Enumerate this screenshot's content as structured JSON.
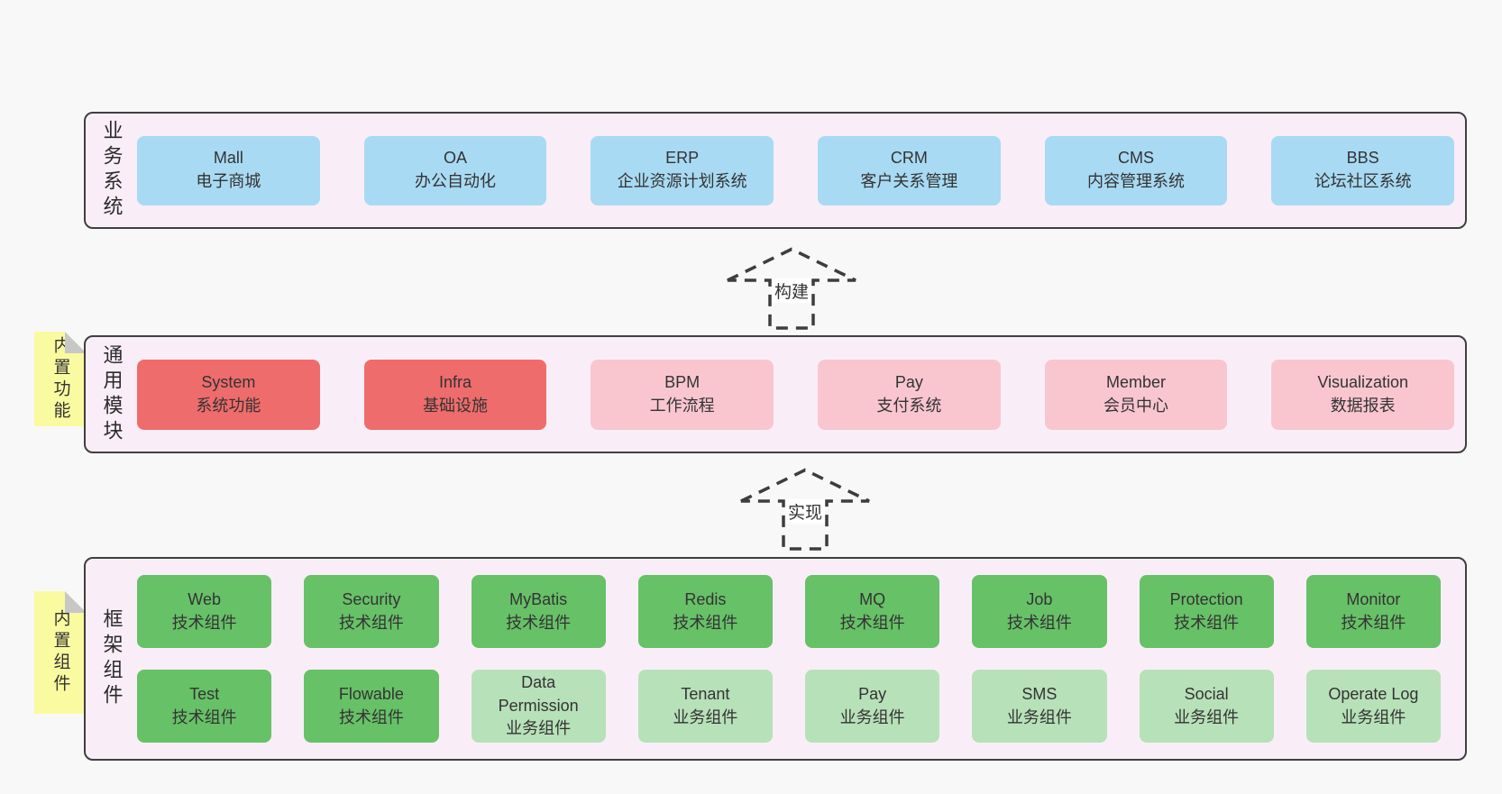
{
  "colors": {
    "background": "#f8f8f8",
    "panel_bg": "#f9eef7",
    "panel_border": "#3f3f3f",
    "blue_box": "#a8daf3",
    "red_box": "#ef6c6c",
    "pink_box": "#f9c6d0",
    "green_box": "#67c167",
    "light_green_box": "#b7e1b8",
    "tag_yellow": "#fafaa0",
    "tag_fold_gray": "#c7c7c7",
    "arrow_stroke": "#3d3d3d",
    "text": "#333333"
  },
  "arrows": [
    {
      "label": "构建"
    },
    {
      "label": "实现"
    }
  ],
  "layers": [
    {
      "label": "业务系统",
      "boxes": [
        {
          "name": "Mall",
          "desc": "电子商城",
          "variant": "blue"
        },
        {
          "name": "OA",
          "desc": "办公自动化",
          "variant": "blue"
        },
        {
          "name": "ERP",
          "desc": "企业资源计划系统",
          "variant": "blue"
        },
        {
          "name": "CRM",
          "desc": "客户关系管理",
          "variant": "blue"
        },
        {
          "name": "CMS",
          "desc": "内容管理系统",
          "variant": "blue"
        },
        {
          "name": "BBS",
          "desc": "论坛社区系统",
          "variant": "blue"
        }
      ]
    },
    {
      "label": "通用模块",
      "tag": "内置功能",
      "boxes": [
        {
          "name": "System",
          "desc": "系统功能",
          "variant": "red"
        },
        {
          "name": "Infra",
          "desc": "基础设施",
          "variant": "red"
        },
        {
          "name": "BPM",
          "desc": "工作流程",
          "variant": "pink"
        },
        {
          "name": "Pay",
          "desc": "支付系统",
          "variant": "pink"
        },
        {
          "name": "Member",
          "desc": "会员中心",
          "variant": "pink"
        },
        {
          "name": "Visualization",
          "desc": "数据报表",
          "variant": "pink"
        }
      ]
    },
    {
      "label": "框架组件",
      "tag": "内置组件",
      "rows": [
        [
          {
            "name": "Web",
            "desc": "技术组件",
            "variant": "green"
          },
          {
            "name": "Security",
            "desc": "技术组件",
            "variant": "green"
          },
          {
            "name": "MyBatis",
            "desc": "技术组件",
            "variant": "green"
          },
          {
            "name": "Redis",
            "desc": "技术组件",
            "variant": "green"
          },
          {
            "name": "MQ",
            "desc": "技术组件",
            "variant": "green"
          },
          {
            "name": "Job",
            "desc": "技术组件",
            "variant": "green"
          },
          {
            "name": "Protection",
            "desc": "技术组件",
            "variant": "green"
          },
          {
            "name": "Monitor",
            "desc": "技术组件",
            "variant": "green"
          }
        ],
        [
          {
            "name": "Test",
            "desc": "技术组件",
            "variant": "green"
          },
          {
            "name": "Flowable",
            "desc": "技术组件",
            "variant": "green"
          },
          {
            "name": "Data Permission",
            "desc": "业务组件",
            "variant": "lightgreen"
          },
          {
            "name": "Tenant",
            "desc": "业务组件",
            "variant": "lightgreen"
          },
          {
            "name": "Pay",
            "desc": "业务组件",
            "variant": "lightgreen"
          },
          {
            "name": "SMS",
            "desc": "业务组件",
            "variant": "lightgreen"
          },
          {
            "name": "Social",
            "desc": "业务组件",
            "variant": "lightgreen"
          },
          {
            "name": "Operate Log",
            "desc": "业务组件",
            "variant": "lightgreen"
          }
        ]
      ]
    }
  ]
}
